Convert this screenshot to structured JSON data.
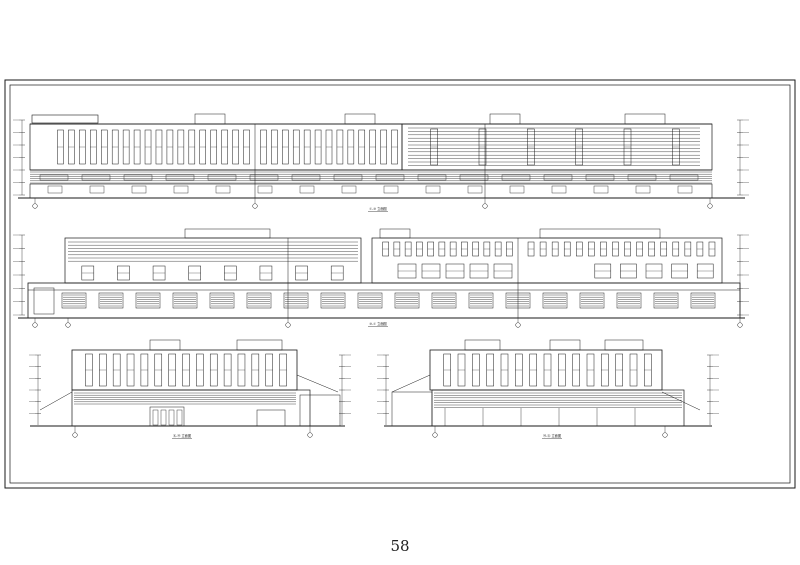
{
  "page": {
    "number": "58"
  },
  "drawing": {
    "line_color": "#1a1a1a",
    "paper_color": "#ffffff",
    "elevations": [
      {
        "id": "elevation-1",
        "caption": "①-⑩ 立面图"
      },
      {
        "id": "elevation-2",
        "caption": "⑩-① 立面图"
      },
      {
        "id": "elevation-3",
        "caption": "Ⓐ-Ⓗ 立面图"
      },
      {
        "id": "elevation-4",
        "caption": "Ⓗ-Ⓐ 立面图"
      }
    ]
  }
}
